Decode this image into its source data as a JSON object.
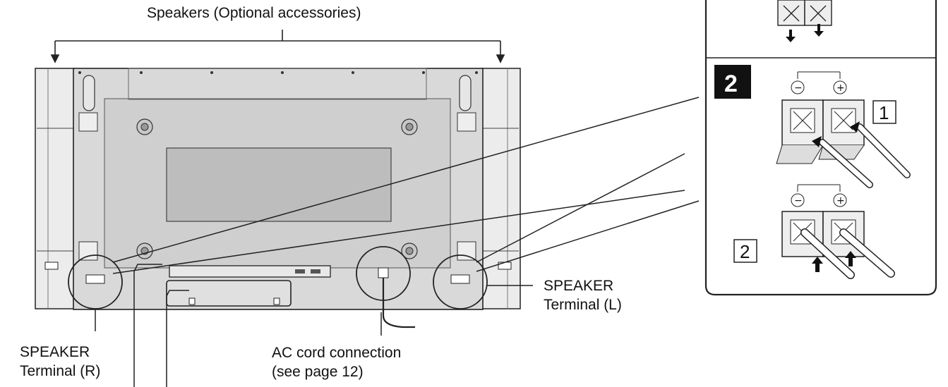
{
  "labels": {
    "speakers_top": "Speakers (Optional accessories)",
    "speaker_terminal_left": [
      "SPEAKER",
      "Terminal (L)"
    ],
    "speaker_terminal_right": [
      "SPEAKER",
      "Terminal (R)"
    ],
    "ac_cord": [
      "AC cord connection",
      "(see page 12)"
    ]
  },
  "inset": {
    "step_number": "2",
    "sub_steps": [
      "1",
      "2"
    ],
    "polarity_minus": "−",
    "polarity_plus": "+"
  },
  "colors": {
    "line": "#222222",
    "panel_fill": "#d9d9d9",
    "panel_dark": "#bdbdbd",
    "speaker_fill": "#ececec",
    "step_badge": "#111111"
  }
}
